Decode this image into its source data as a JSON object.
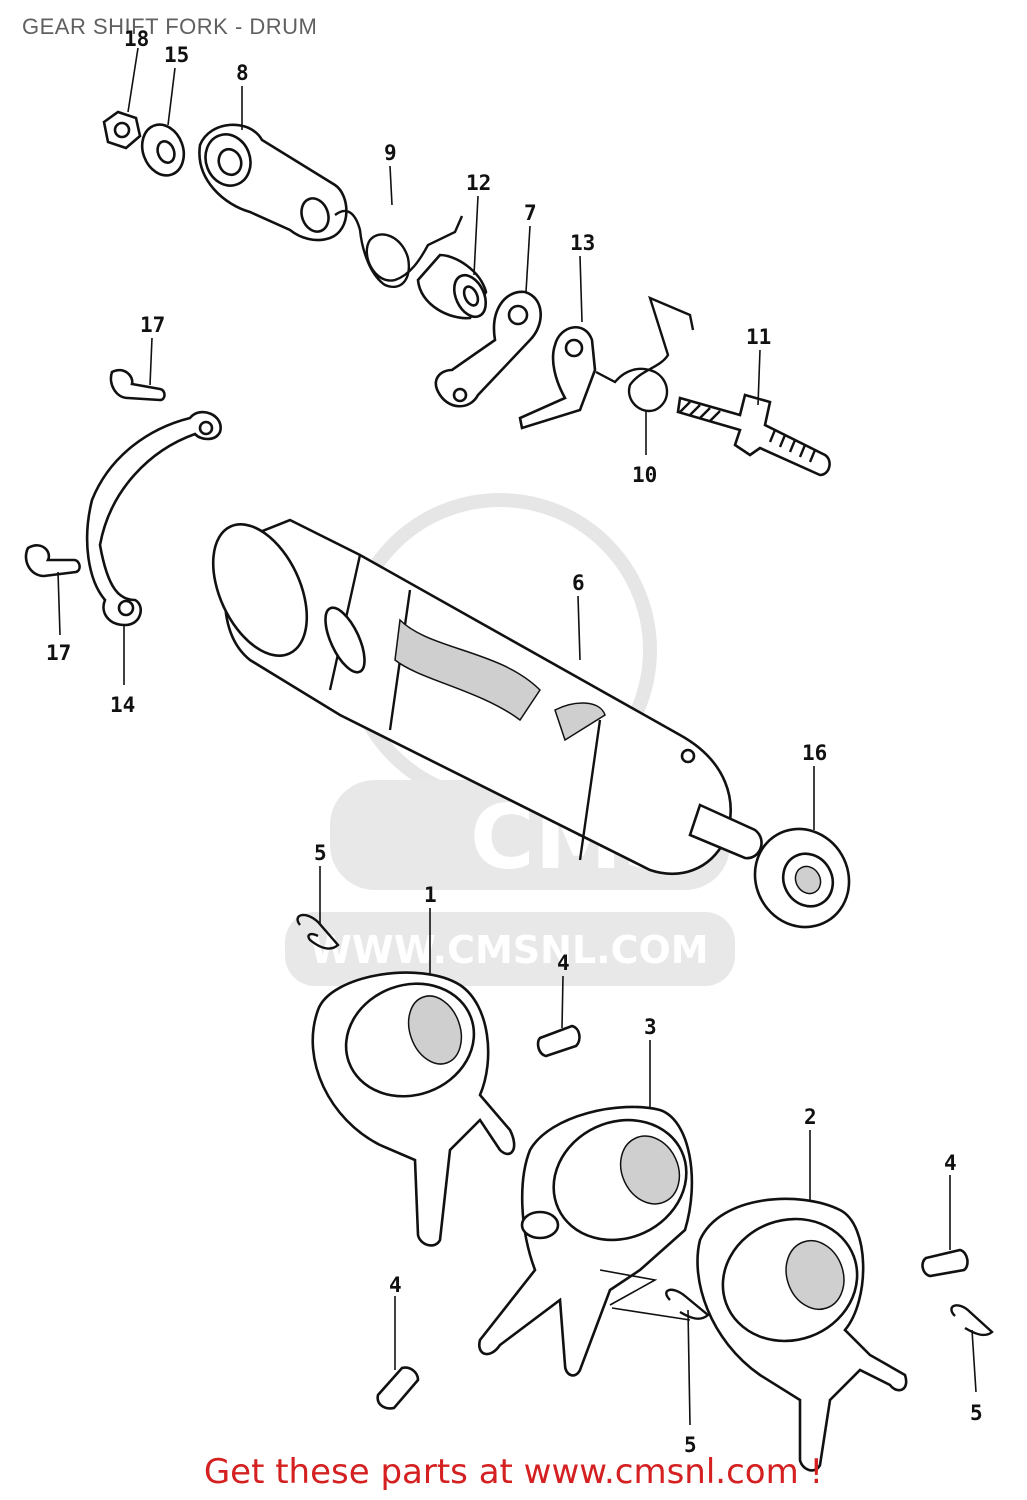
{
  "title": "GEAR SHIFT FORK - DRUM",
  "footer": {
    "link_text": "Get these parts at www.cmsnl.com !"
  },
  "watermark": {
    "brand": "CMS",
    "url": "WWW.CMSNL.COM"
  },
  "callouts": [
    "18",
    "15",
    "8",
    "9",
    "12",
    "7",
    "13",
    "11",
    "10",
    "17",
    "17",
    "14",
    "6",
    "16",
    "5",
    "1",
    "4",
    "3",
    "2",
    "4",
    "4",
    "5",
    "5"
  ],
  "colors": {
    "footer_link": "#d42020",
    "title": "#606060",
    "watermark": "#e8e8e8"
  }
}
